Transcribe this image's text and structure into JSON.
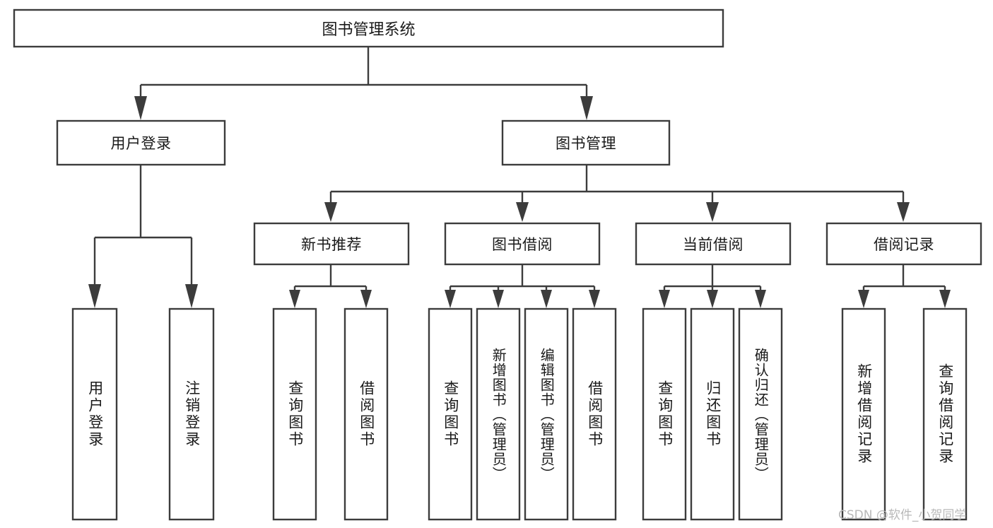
{
  "diagram": {
    "type": "hierarchy-tree",
    "title": "图书管理系统",
    "watermark": "CSDN @软件_小贺同学",
    "colors": {
      "background": "#ffffff",
      "box_fill": "#ffffff",
      "box_stroke": "#3c3c3c",
      "text": "#1a1a1a",
      "watermark": "#b9b9b9"
    },
    "root": {
      "label": "图书管理系统",
      "orientation": "horizontal"
    },
    "level2": [
      {
        "label": "用户登录",
        "orientation": "horizontal"
      },
      {
        "label": "图书管理",
        "orientation": "horizontal"
      }
    ],
    "level3": [
      {
        "label": "新书推荐",
        "orientation": "horizontal",
        "parent": "图书管理"
      },
      {
        "label": "图书借阅",
        "orientation": "horizontal",
        "parent": "图书管理"
      },
      {
        "label": "当前借阅",
        "orientation": "horizontal",
        "parent": "图书管理"
      },
      {
        "label": "借阅记录",
        "orientation": "horizontal",
        "parent": "图书管理"
      }
    ],
    "leaves": {
      "user_login": [
        {
          "label": "用户登录",
          "orientation": "vertical"
        },
        {
          "label": "注销登录",
          "orientation": "vertical"
        }
      ],
      "new_book_recommend": [
        {
          "label": "查询图书",
          "orientation": "vertical"
        },
        {
          "label": "借阅图书",
          "orientation": "vertical"
        }
      ],
      "book_borrow": [
        {
          "label": "查询图书",
          "orientation": "vertical"
        },
        {
          "label": "新增图书（管理员）",
          "orientation": "vertical"
        },
        {
          "label": "编辑图书（管理员）",
          "orientation": "vertical"
        },
        {
          "label": "借阅图书",
          "orientation": "vertical"
        }
      ],
      "current_borrow": [
        {
          "label": "查询图书",
          "orientation": "vertical"
        },
        {
          "label": "归还图书",
          "orientation": "vertical"
        },
        {
          "label": "确认归还（管理员）",
          "orientation": "vertical"
        }
      ],
      "borrow_record": [
        {
          "label": "新增借阅记录",
          "orientation": "vertical"
        },
        {
          "label": "查询借阅记录",
          "orientation": "vertical"
        }
      ]
    }
  }
}
